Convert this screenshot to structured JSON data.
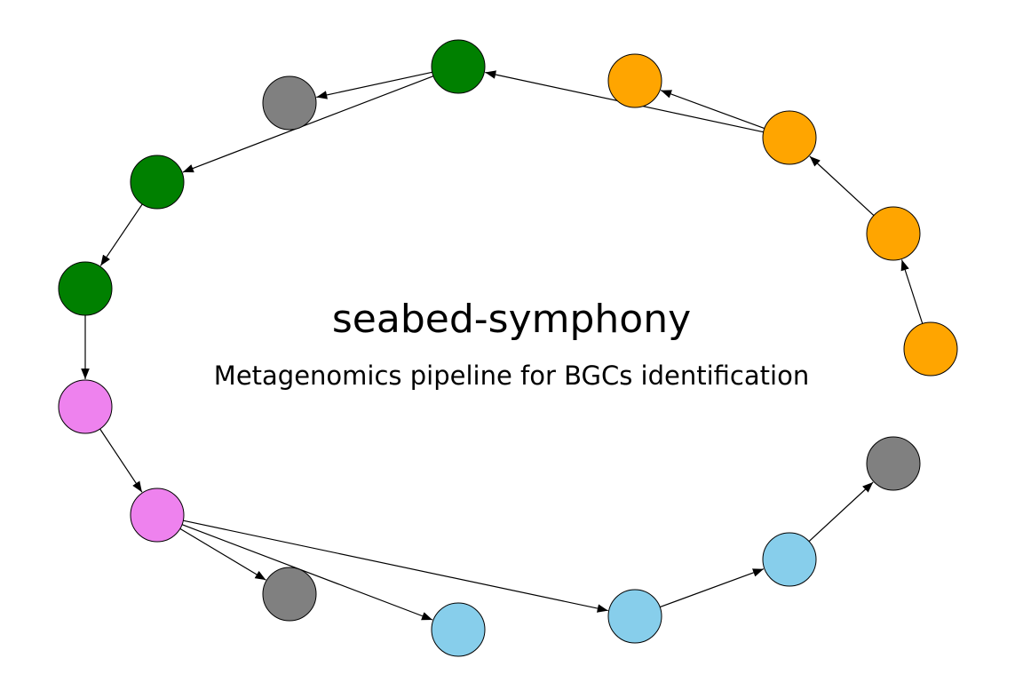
{
  "title": "seabed-symphony",
  "subtitle": "Metagenomics pipeline for BGCs identification",
  "colors": {
    "green": "#008000",
    "gray": "#808080",
    "orange": "#FFA500",
    "violet": "#EE82EE",
    "skyblue": "#87CEEB",
    "edge": "#000000",
    "node_stroke": "#000000"
  },
  "nodes": [
    {
      "id": "n1",
      "color": "green"
    },
    {
      "id": "n2",
      "color": "gray"
    },
    {
      "id": "n3",
      "color": "green"
    },
    {
      "id": "n4",
      "color": "green"
    },
    {
      "id": "n5",
      "color": "violet"
    },
    {
      "id": "n6",
      "color": "violet"
    },
    {
      "id": "n7",
      "color": "gray"
    },
    {
      "id": "n8",
      "color": "skyblue"
    },
    {
      "id": "n9",
      "color": "skyblue"
    },
    {
      "id": "n10",
      "color": "skyblue"
    },
    {
      "id": "n11",
      "color": "gray"
    },
    {
      "id": "n12",
      "color": "orange"
    },
    {
      "id": "n13",
      "color": "orange"
    },
    {
      "id": "n14",
      "color": "orange"
    },
    {
      "id": "n15",
      "color": "orange"
    }
  ],
  "edges": [
    [
      "n1",
      "n2"
    ],
    [
      "n1",
      "n3"
    ],
    [
      "n3",
      "n4"
    ],
    [
      "n4",
      "n5"
    ],
    [
      "n5",
      "n6"
    ],
    [
      "n6",
      "n7"
    ],
    [
      "n6",
      "n8"
    ],
    [
      "n6",
      "n9"
    ],
    [
      "n9",
      "n10"
    ],
    [
      "n10",
      "n11"
    ],
    [
      "n15",
      "n14"
    ],
    [
      "n14",
      "n13"
    ],
    [
      "n13",
      "n12"
    ],
    [
      "n13",
      "n1"
    ]
  ]
}
